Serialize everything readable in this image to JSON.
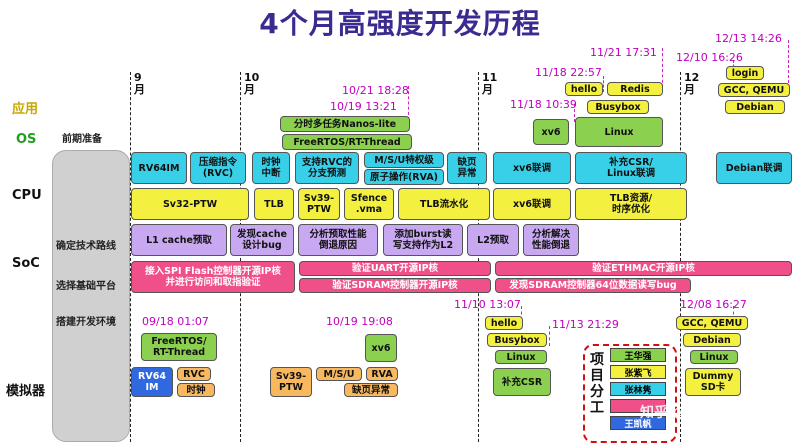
{
  "title": "4个月高强度开发历程",
  "rows": {
    "app": "应用",
    "os": "OS",
    "cpu": "CPU",
    "soc": "SoC",
    "emulator": "模拟器"
  },
  "stages": {
    "prep": "前期准备",
    "route": "确定技术路线",
    "platform": "选择基础平台",
    "env": "搭建开发环境"
  },
  "months": [
    "9\n月",
    "10\n月",
    "11\n月",
    "12\n月"
  ],
  "dates": {
    "d1": "09/18 01:07",
    "d2": "10/19 19:08",
    "d3": "10/21 18:28",
    "d4": "10/19 13:21",
    "d5": "11/21 17:31",
    "d6": "11/18 22:57",
    "d7": "11/18 10:39",
    "d8": "12/13 14:26",
    "d9": "12/10 16:26",
    "d10": "11/10 13:07",
    "d11": "11/13 21:29",
    "d12": "12/08 16:27"
  },
  "boxes": {
    "os_nanos": "分时多任务Nanos-lite",
    "os_freertos": "FreeRTOS/RT-Thread",
    "os_xv6": "xv6",
    "os_linux": "Linux",
    "app_hello": "hello",
    "app_redis": "Redis",
    "app_busybox": "Busybox",
    "app_login": "login",
    "app_gcc": "GCC, QEMU",
    "app_debian": "Debian",
    "cpu_rv64im": "RV64IM",
    "cpu_rvc": "压缩指令\n(RVC)",
    "cpu_clock": "时钟\n中断",
    "cpu_rvc_pred": "支持RVC的\n分支预测",
    "cpu_msu": "M/S/U特权级",
    "cpu_atomic": "原子操作(RVA)",
    "cpu_pagefault": "缺页\n异常",
    "cpu_xv6": "xv6联调",
    "cpu_csr": "补充CSR/\nLinux联调",
    "cpu_debian": "Debian联调",
    "cpu_sv32": "Sv32-PTW",
    "cpu_tlb": "TLB",
    "cpu_sv39": "Sv39-\nPTW",
    "cpu_sfence": "Sfence\n.vma",
    "cpu_tlbpipe": "TLB流水化",
    "cpu_xv6b": "xv6联调",
    "cpu_tlbopt": "TLB资源/\n时序优化",
    "soc_l1": "L1 cache预取",
    "soc_cachebug": "发现cache\n设计bug",
    "soc_branch": "分析预取性能\n倒退原因",
    "soc_burst": "添加burst读\n写支持作为L2",
    "soc_l2": "L2预取",
    "soc_perf": "分析解决\n性能倒退",
    "plat_spi": "接入SPI Flash控制器开源IP核\n并进行访问和取指验证",
    "plat_uart": "验证UART开源IP核",
    "plat_eth": "验证ETHMAC开源IP核",
    "plat_sdram": "验证SDRAM控制器开源IP核",
    "plat_sdram64": "发现SDRAM控制器64位数据读写bug",
    "env_hello": "hello",
    "env_busybox": "Busybox",
    "env_linux": "Linux",
    "env_csr": "补充CSR",
    "env_gcc": "GCC, QEMU",
    "env_debian": "Debian",
    "env_linux2": "Linux",
    "env_dummy": "Dummy\nSD卡",
    "emu_freertos": "FreeRTOS/\nRT-Thread",
    "emu_xv6": "xv6",
    "emu_rv64im": "RV64\nIM",
    "emu_rvc": "RVC",
    "emu_clock": "时钟",
    "emu_sv39": "Sv39-\nPTW",
    "emu_msu": "M/S/U",
    "emu_rva": "RVA",
    "emu_pagefault": "缺页异常"
  },
  "team": {
    "label": "项\n目\n分\n工",
    "members": [
      "王华强",
      "张紫飞",
      "张林隽",
      "王凯帆"
    ]
  },
  "watermark": "知乎 @玉凯帆",
  "colors": {
    "cyan": "#38d0e8",
    "yellow": "#f4f040",
    "lavender": "#c8a8f0",
    "green": "#8cd050",
    "pink": "#f0508a",
    "orange": "#f8b860",
    "blue": "#3068e0"
  }
}
